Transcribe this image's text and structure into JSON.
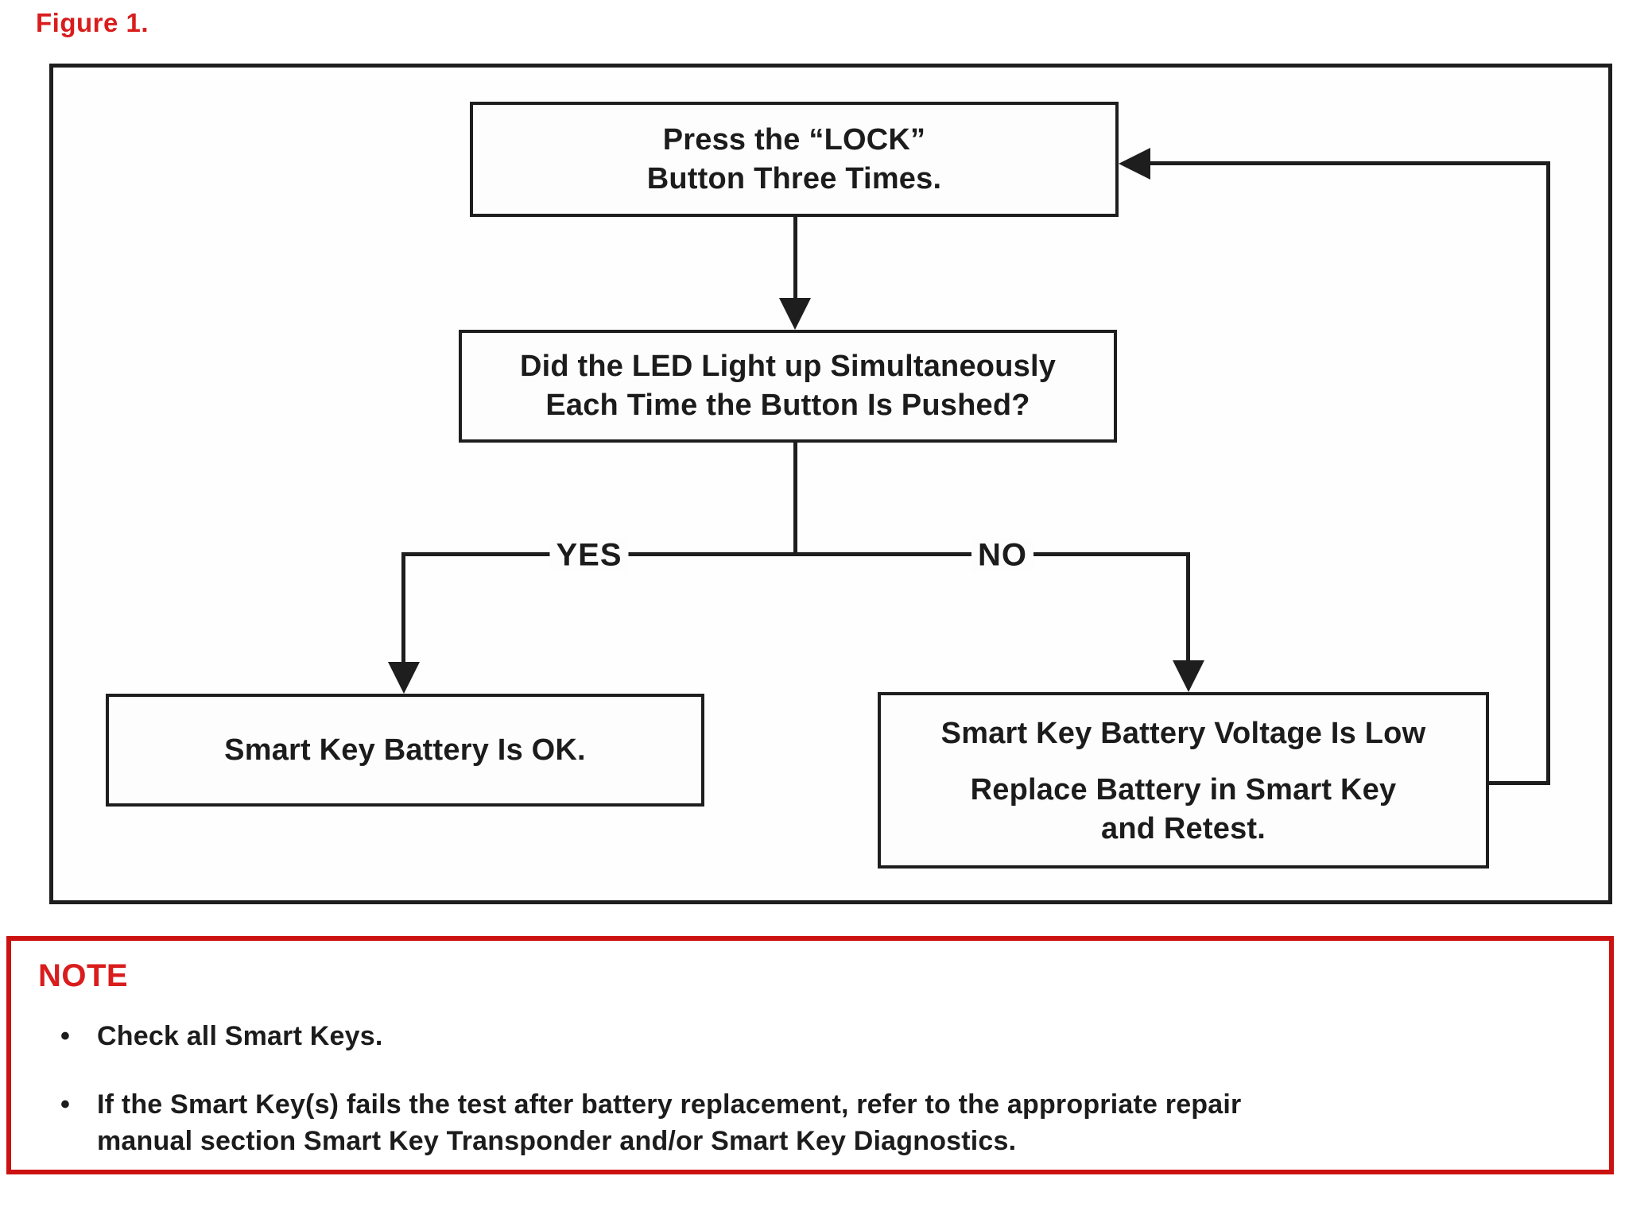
{
  "figure_label": "Figure 1.",
  "colors": {
    "red_text": "#d91d1d",
    "red_border": "#cc1111",
    "line_black": "#1e1e1e"
  },
  "flowchart": {
    "box_press_lock": {
      "lines": [
        "Press the “LOCK”",
        "Button Three Times."
      ]
    },
    "box_led_question": {
      "lines": [
        "Did the LED Light up Simultaneously",
        "Each Time the Button Is Pushed?"
      ]
    },
    "label_yes": "YES",
    "label_no": "NO",
    "box_battery_ok": {
      "line": "Smart Key Battery Is OK."
    },
    "box_battery_low": {
      "para1": "Smart Key Battery Voltage Is Low",
      "para2_lines": [
        "Replace Battery in Smart Key",
        "and Retest."
      ]
    }
  },
  "note": {
    "title": "NOTE",
    "bullet_marker": "•",
    "bullets": [
      {
        "lines": [
          "Check all Smart Keys."
        ]
      },
      {
        "lines": [
          "If the Smart Key(s) fails the test after battery replacement, refer to the appropriate repair",
          "manual section Smart Key Transponder and/or Smart Key Diagnostics."
        ]
      }
    ]
  }
}
